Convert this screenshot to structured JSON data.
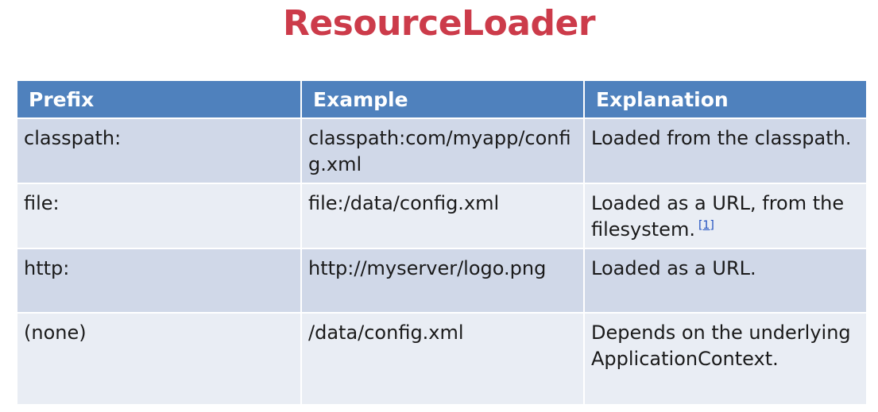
{
  "title": "ResourceLoader",
  "table": {
    "headers": [
      "Prefix",
      "Example",
      "Explanation"
    ],
    "rows": [
      {
        "prefix": "classpath:",
        "example": "classpath:com/myapp/config.xml",
        "explanation": "Loaded from the classpath.",
        "ref": ""
      },
      {
        "prefix": "file:",
        "example": "file:/data/config.xml",
        "explanation": "Loaded as a URL, from the filesystem.",
        "ref": "[1]"
      },
      {
        "prefix": "http:",
        "example": "http://myserver/logo.png",
        "explanation": "Loaded as a URL.",
        "ref": ""
      },
      {
        "prefix": "(none)",
        "example": "/data/config.xml",
        "explanation": "Depends on the underlying ApplicationContext.",
        "ref": ""
      }
    ]
  },
  "colors": {
    "title": "#cc3b4a",
    "header_bg": "#4f81bd",
    "row_odd_bg": "#d0d8e8",
    "row_even_bg": "#e9edf4",
    "link": "#1f4fbf"
  }
}
